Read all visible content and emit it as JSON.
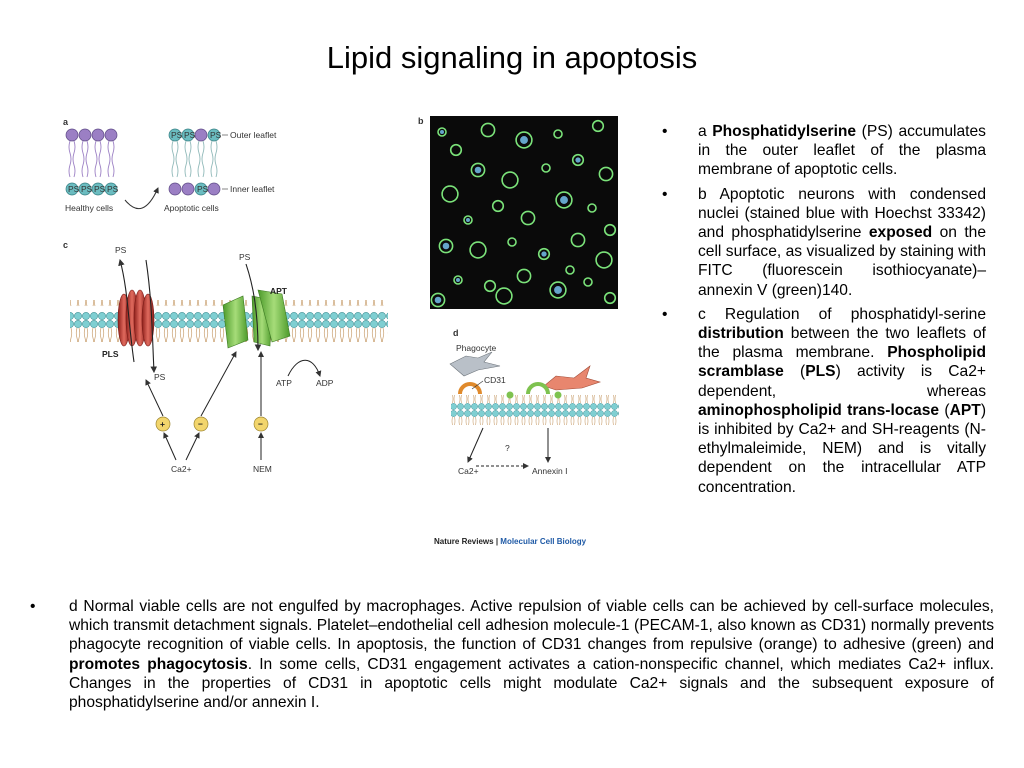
{
  "slide": {
    "title": "Lipid signaling in apoptosis"
  },
  "figure": {
    "panel_a": {
      "label": "a",
      "left_caption": "Healthy cells",
      "right_caption": "Apoptotic cells",
      "outer_leaflet": "Outer leaflet",
      "inner_leaflet": "Inner leaflet",
      "ps_tag": "PS"
    },
    "panel_b": {
      "label": "b"
    },
    "panel_c": {
      "label": "c",
      "ps_top_left": "PS",
      "ps_top_right": "PS",
      "ps_bottom": "PS",
      "apt": "APT",
      "pls": "PLS",
      "atp": "ATP",
      "adp": "ADP",
      "plus": "+",
      "minus": "−",
      "ca": "Ca2+",
      "nem": "NEM"
    },
    "panel_d": {
      "label": "d",
      "phagocyte": "Phagocyte",
      "cd31": "CD31",
      "question": "?",
      "ca": "Ca2+",
      "annexin": "Annexin I"
    },
    "credit_journal": "Nature Reviews",
    "credit_sep": " | ",
    "credit_subject": "Molecular Cell Biology"
  },
  "bullets": {
    "a": {
      "t1": "a ",
      "b1": "Phosphatidylserine",
      "t2": " (PS) accumulates in the outer leaflet of the plasma membrane of apoptotic cells."
    },
    "b": {
      "t1": "b Apoptotic neurons with condensed nuclei (stained blue with Hoechst 33342) and phosphatidylserine ",
      "b1": "exposed",
      "t2": " on the cell surface, as visualized by staining with FITC (fluorescein isothiocyanate)–annexin V (green)140."
    },
    "c": {
      "t1": "c Regulation of phosphatidyl-serine ",
      "b1": "distribution",
      "t2": " between the two leaflets of the plasma membrane. ",
      "b2": "Phospholipid scramblase",
      "t3": " (",
      "b3": "PLS",
      "t4": ") activity is Ca2+ dependent, whereas ",
      "b4": "aminophospholipid trans-locase",
      "t5": " (",
      "b5": "APT",
      "t6": ") is inhibited by Ca2+ and SH-reagents (N-ethylmaleimide, NEM) and is vitally dependent on the intracellular ATP concentration."
    },
    "d": {
      "t1": "d Normal viable cells are not engulfed by macrophages. Active repulsion of viable cells can be achieved by cell-surface molecules, which transmit detachment signals. Platelet–endothelial cell adhesion molecule-1 (PECAM-1, also known as CD31) normally prevents phagocyte recognition of viable cells. In apoptosis, the function of CD31 changes from repulsive (orange) to adhesive (green) and ",
      "b1": "promotes phagocytosis",
      "t2": ". In some cells, CD31 engagement activates a cation-nonspecific channel, which mediates Ca2+ influx. Changes in the properties of CD31 in apoptotic cells might modulate Ca2+ signals and the subsequent exposure of phosphatidylserine and/or annexin I."
    }
  },
  "colors": {
    "lipid_head_purple": "#9b7fc4",
    "lipid_head_teal": "#6bbcc0",
    "scramblase_red": "#c8403a",
    "translocase_green": "#6fba45",
    "micrograph_bg": "#0a0a0a",
    "cell_green": "#7be37a",
    "nucleus_blue": "#6fb6e0",
    "credit_blue": "#1f5aa6"
  }
}
